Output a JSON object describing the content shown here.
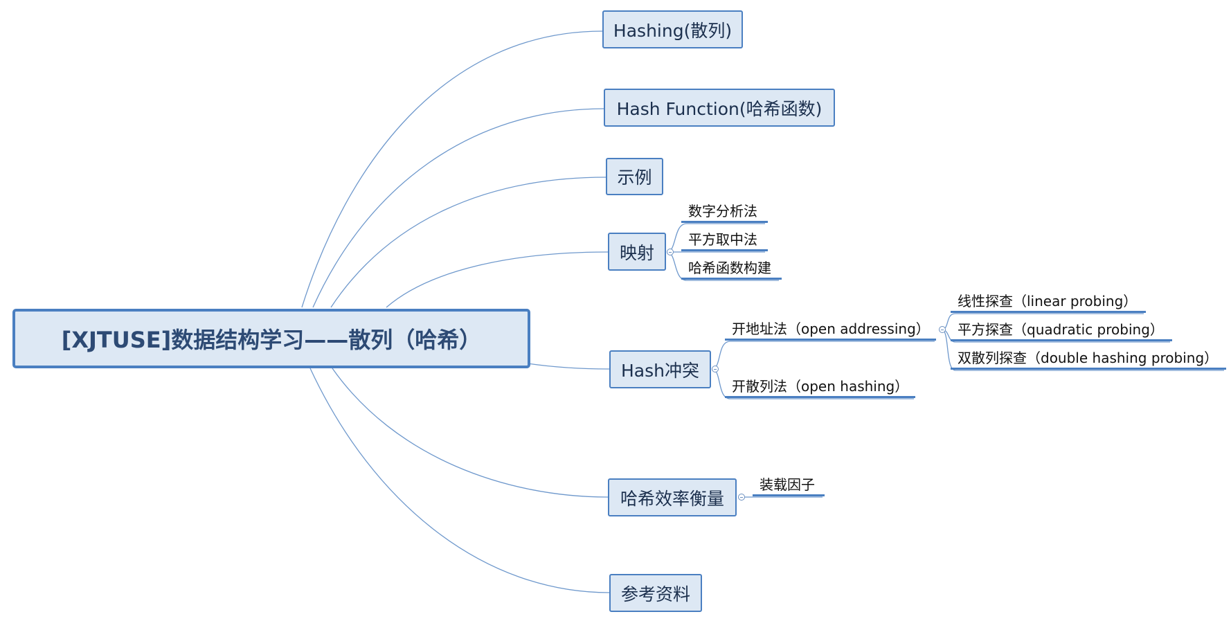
{
  "root": {
    "label": "[XJTUSE]数据结构学习——散列（哈希）"
  },
  "topics": {
    "hashing": "Hashing(散列)",
    "hash_function": "Hash Function(哈希函数)",
    "example": "示例",
    "mapping": {
      "label": "映射",
      "children": [
        "数字分析法",
        "平方取中法",
        "哈希函数构建"
      ]
    },
    "collision": {
      "label": "Hash冲突",
      "open_addressing": {
        "label": "开地址法（open addressing）",
        "children": [
          "线性探查（linear probing）",
          "平方探查（quadratic probing）",
          "双散列探查（double hashing probing）"
        ]
      },
      "open_hashing": "开散列法（open hashing）"
    },
    "efficiency": {
      "label": "哈希效率衡量",
      "children": [
        "装载因子"
      ]
    },
    "references": "参考资料"
  }
}
